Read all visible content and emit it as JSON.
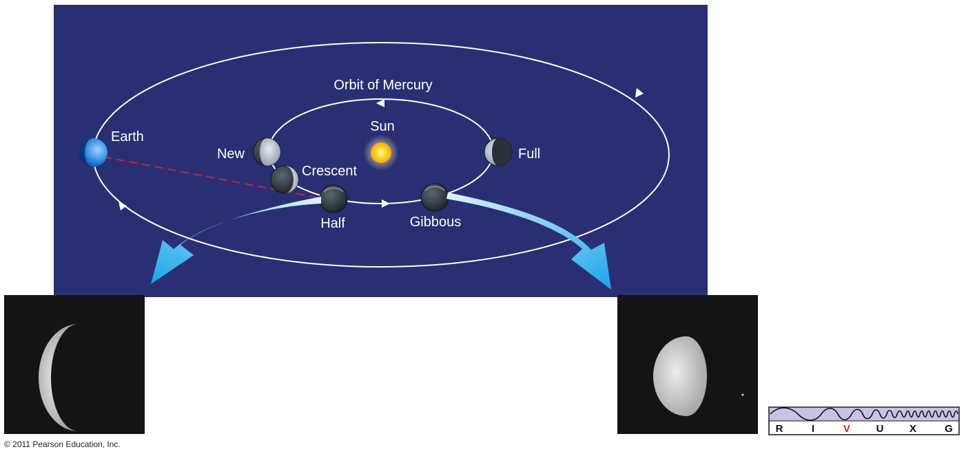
{
  "labels": {
    "orbit": "Orbit of Mercury",
    "sun": "Sun",
    "earth": "Earth",
    "new": "New",
    "crescent": "Crescent",
    "half": "Half",
    "gibbous": "Gibbous",
    "full": "Full"
  },
  "wavelength_bands": [
    "R",
    "I",
    "V",
    "U",
    "X",
    "G"
  ],
  "highlighted_band": "V",
  "copyright": "© 2011 Pearson Education, Inc.",
  "colors": {
    "background": "#2a2f73",
    "orbit_line": "#ffffff",
    "sight_line": "#c0243c",
    "arrow": "#3cb8ee",
    "highlight_band": "#e0201c"
  }
}
